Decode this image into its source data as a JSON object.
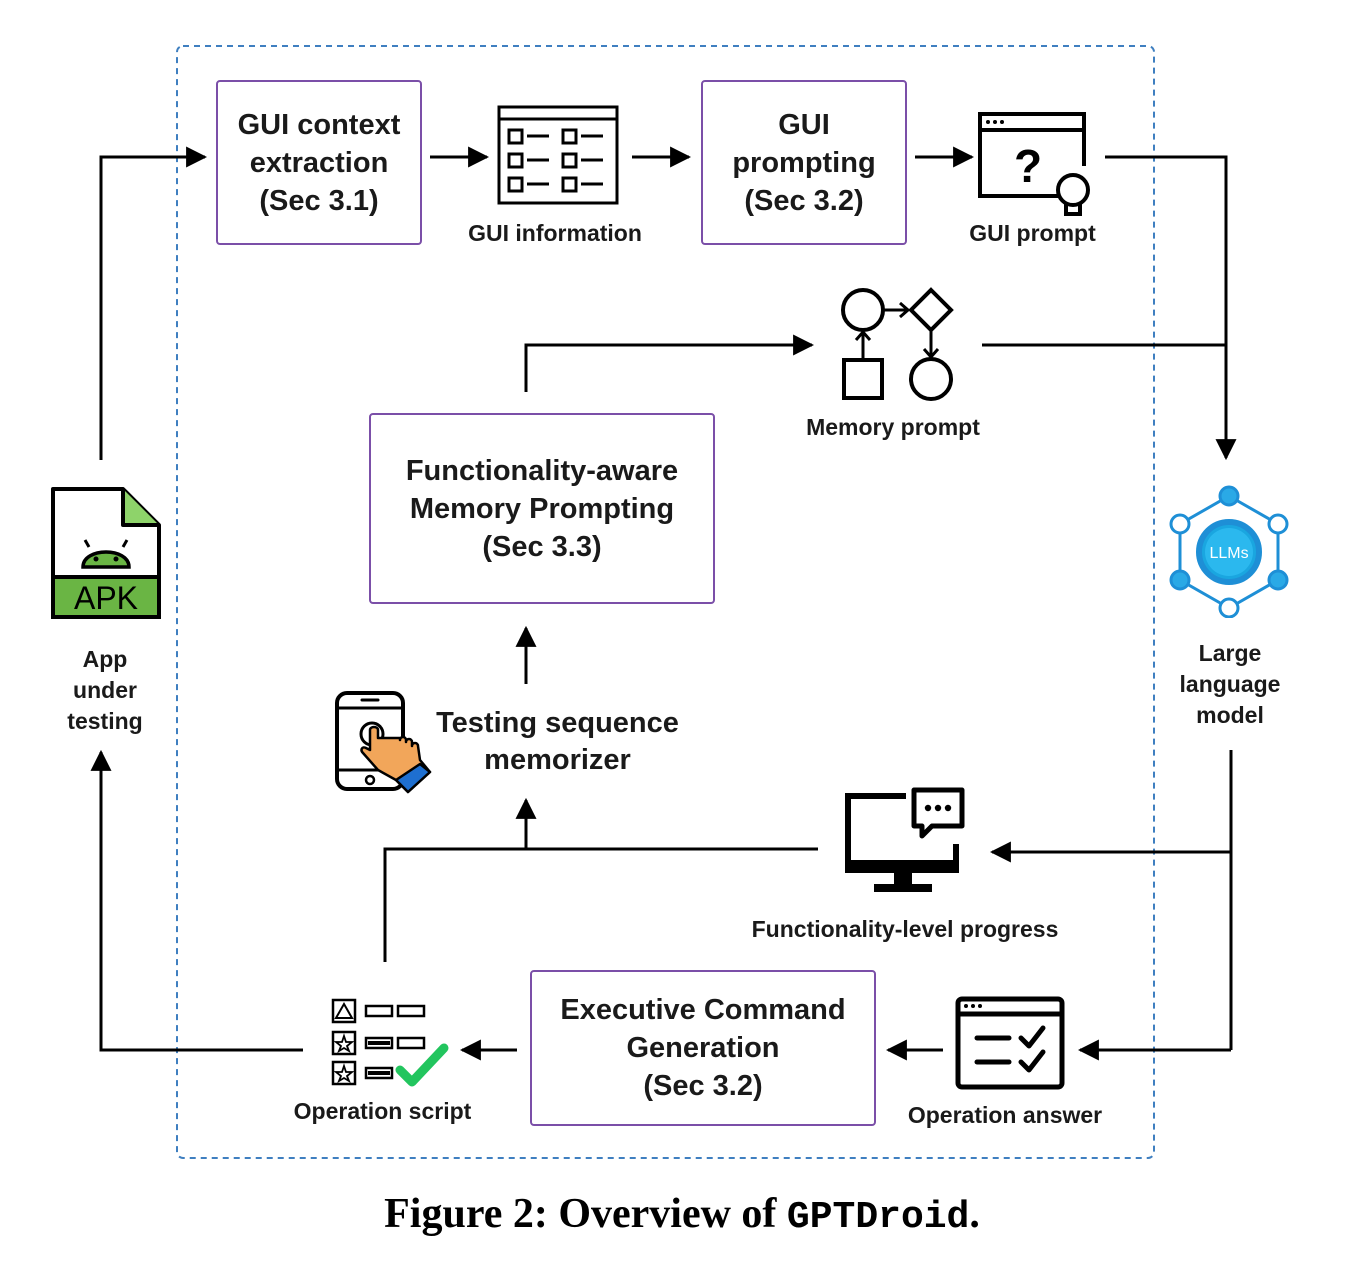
{
  "boxes": {
    "gui_context": "GUI context\nextraction\n(Sec 3.1)",
    "gui_prompting": "GUI\nprompting\n(Sec 3.2)",
    "memory_prompting": "Functionality-aware\nMemory Prompting\n(Sec 3.3)",
    "executive": "Executive Command\nGeneration\n(Sec 3.2)"
  },
  "labels": {
    "gui_information": "GUI information",
    "gui_prompt": "GUI prompt",
    "memory_prompt": "Memory prompt",
    "testing_memorizer": "Testing sequence\nmemorizer",
    "llm": "Large\nlanguage\nmodel",
    "llm_badge": "LLMs",
    "functionality_progress": "Functionality-level progress",
    "operation_answer": "Operation answer",
    "operation_script": "Operation script",
    "app": "App\nunder\ntesting",
    "apk": "APK"
  },
  "caption": {
    "prefix": "Figure 2: Overview of ",
    "code": "GPTDroid",
    "suffix": "."
  },
  "colors": {
    "box_border": "#7b4fa8",
    "dashed_border": "#3f7fc0",
    "android_green": "#6ab544",
    "llm_blue": "#1e8fd6",
    "check_green": "#22c55e",
    "hand_orange": "#f2a65a"
  }
}
